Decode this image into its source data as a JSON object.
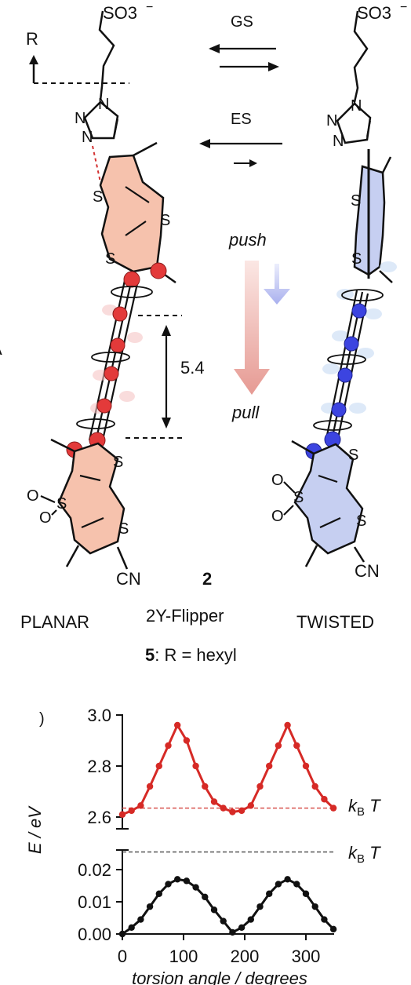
{
  "scheme": {
    "left_conformer": {
      "label": "PLANAR",
      "r_group_label": "R",
      "sulfonate": "SO3",
      "sulfonate_charge": "−",
      "triazole_atoms": [
        "N",
        "N",
        "N"
      ],
      "thiophene_atoms": [
        "S",
        "S",
        "S"
      ],
      "sulfone_atoms": [
        "O",
        "S",
        "O"
      ],
      "terminal_s": "S",
      "cyano": "CN"
    },
    "right_conformer": {
      "label": "TWISTED",
      "sulfonate": "SO3",
      "sulfonate_charge": "−",
      "triazole_atoms": [
        "N",
        "N",
        "N"
      ],
      "thiophene_atoms": [
        "S",
        "S"
      ],
      "sulfone_atoms": [
        "O",
        "S",
        "O"
      ],
      "terminal_s": "S",
      "cyano": "CN"
    },
    "equilibria": {
      "ground_state_label": "GS",
      "excited_state_label": "ES"
    },
    "mechanics": {
      "push_label": "push",
      "pull_label": "pull",
      "distance_value": "5.4"
    },
    "compound_number": "2",
    "compound_name": "2Y-Flipper",
    "footnote_number": "5",
    "footnote_text": ": R = hexyl",
    "panel_marker_left": "A",
    "colors": {
      "planar_fill": "#f6c2ad",
      "twisted_fill": "#c6cff1",
      "planar_atom": "#e33a3a",
      "twisted_atom": "#3c44e0",
      "h_bond": "#d33333",
      "push_arrow": "#b9bff0",
      "pull_arrow": "#e69a93"
    }
  },
  "chart": {
    "panel_letter": ")",
    "ylabel": "E / eV",
    "xlabel": "torsion angle / degrees",
    "upper_kbt_label": "kBT",
    "lower_kbt_label": "kBT",
    "upper_ticks": [
      "3.0",
      "2.8",
      "2.6"
    ],
    "lower_ticks": [
      "0.02",
      "0.01",
      "0.00"
    ],
    "x_ticks": [
      "0",
      "100",
      "200",
      "300"
    ]
  },
  "chart_data": {
    "type": "line",
    "xlabel": "torsion angle / degrees",
    "ylabel": "E / eV",
    "xlim": [
      0,
      360
    ],
    "grid": false,
    "panels": [
      {
        "name": "upper",
        "ylim": [
          2.58,
          3.0
        ],
        "color": "#d62a26",
        "reference_line": {
          "y": 2.635,
          "label": "kBT",
          "color": "#d9534f",
          "style": "dashed"
        },
        "x": [
          0,
          15,
          30,
          45,
          60,
          75,
          90,
          105,
          120,
          135,
          150,
          165,
          180,
          195,
          210,
          225,
          240,
          255,
          270,
          285,
          300,
          315,
          330,
          345
        ],
        "y": [
          2.61,
          2.625,
          2.645,
          2.72,
          2.8,
          2.88,
          2.96,
          2.9,
          2.8,
          2.72,
          2.66,
          2.635,
          2.62,
          2.625,
          2.645,
          2.72,
          2.8,
          2.88,
          2.96,
          2.88,
          2.8,
          2.72,
          2.67,
          2.635
        ]
      },
      {
        "name": "lower",
        "ylim": [
          0.0,
          0.026
        ],
        "color": "#111111",
        "reference_line": {
          "y": 0.0255,
          "label": "kBT",
          "color": "#555555",
          "style": "dashed"
        },
        "x": [
          0,
          15,
          30,
          45,
          60,
          75,
          90,
          105,
          120,
          135,
          150,
          165,
          180,
          195,
          210,
          225,
          240,
          255,
          270,
          285,
          300,
          315,
          330,
          345
        ],
        "y": [
          0.0,
          0.002,
          0.0045,
          0.0085,
          0.0125,
          0.0155,
          0.017,
          0.0165,
          0.0145,
          0.0115,
          0.0075,
          0.004,
          0.0005,
          0.002,
          0.0045,
          0.0085,
          0.0125,
          0.0155,
          0.017,
          0.0155,
          0.0125,
          0.0085,
          0.0045,
          0.0015
        ]
      }
    ]
  }
}
